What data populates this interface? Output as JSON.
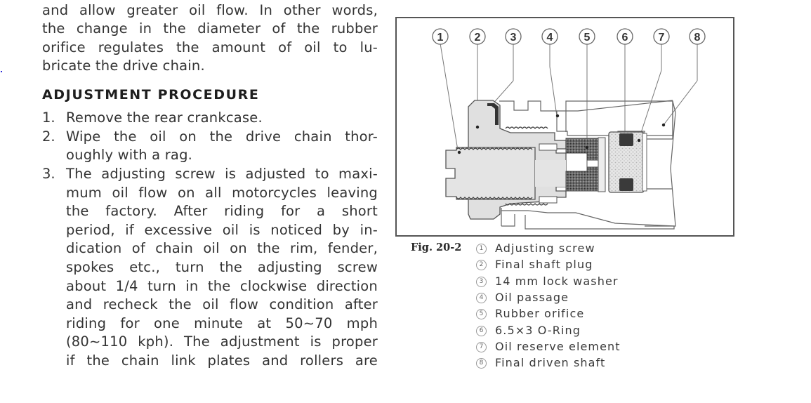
{
  "body_text": {
    "intro_lines": [
      "and allow greater oil flow.  In other words,",
      "the change in the diameter of the rubber",
      "orifice regulates the amount of oil to lu-",
      "bricate the drive chain."
    ],
    "section_heading": "ADJUSTMENT PROCEDURE",
    "steps": [
      {
        "number": "1.",
        "lines": [
          "Remove the rear crankcase."
        ]
      },
      {
        "number": "2.",
        "lines": [
          "Wipe the oil on the drive chain thor-",
          "oughly with a rag."
        ]
      },
      {
        "number": "3.",
        "lines": [
          "The adjusting screw is adjusted to maxi-",
          "mum oil flow on all motorcycles leaving",
          "the factory.  After riding for a short",
          "period, if excessive oil is noticed by in-",
          "dication of chain oil on the rim, fender,",
          "spokes etc., turn the adjusting screw",
          "about 1/4 turn in the clockwise direction",
          "and recheck the oil flow condition after",
          "riding for one minute at 50∼70 mph",
          "(80∼110 kph).   The adjustment is proper",
          "if the chain link plates and rollers are"
        ]
      }
    ]
  },
  "figure": {
    "label": "Fig. 20-2",
    "callouts": [
      "1",
      "2",
      "3",
      "4",
      "5",
      "6",
      "7",
      "8"
    ],
    "legend": [
      {
        "num": "1",
        "text": "Adjusting screw"
      },
      {
        "num": "2",
        "text": "Final shaft plug"
      },
      {
        "num": "3",
        "text": "14 mm lock washer"
      },
      {
        "num": "4",
        "text": "Oil passage"
      },
      {
        "num": "5",
        "text": "Rubber orifice"
      },
      {
        "num": "6",
        "text": "6.5×3 O-Ring"
      },
      {
        "num": "7",
        "text": "Oil reserve element"
      },
      {
        "num": "8",
        "text": "Final driven shaft"
      }
    ]
  }
}
